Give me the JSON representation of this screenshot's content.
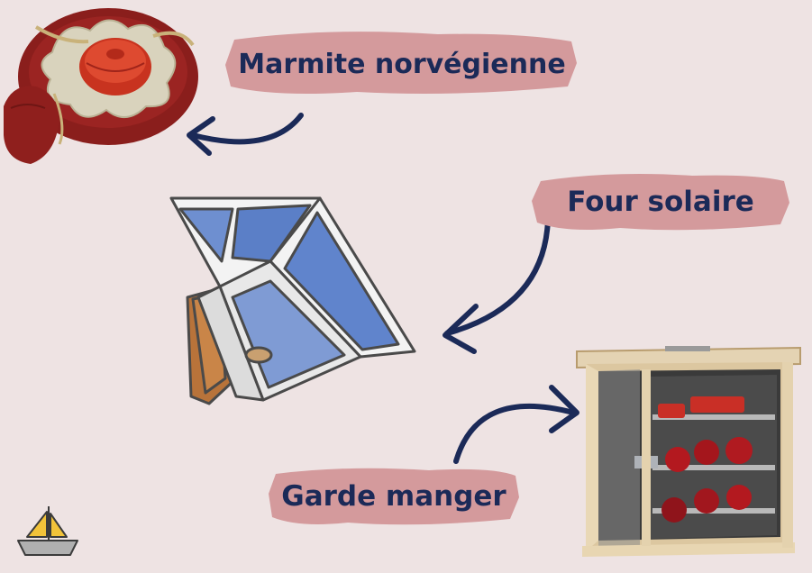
{
  "labels": {
    "marmite": "Marmite norvégienne",
    "four": "Four solaire",
    "garde": "Garde manger"
  },
  "pantry_tins": [
    "",
    ""
  ],
  "colors": {
    "background": "#eee3e3",
    "label_bg": "#d49a9c",
    "text": "#1b2a58",
    "arrow": "#1b2a58"
  },
  "icons": [
    "marmite-illustration",
    "solar-oven-illustration",
    "pantry-cabinet-illustration",
    "sailboat-logo",
    "arrow-icon"
  ]
}
